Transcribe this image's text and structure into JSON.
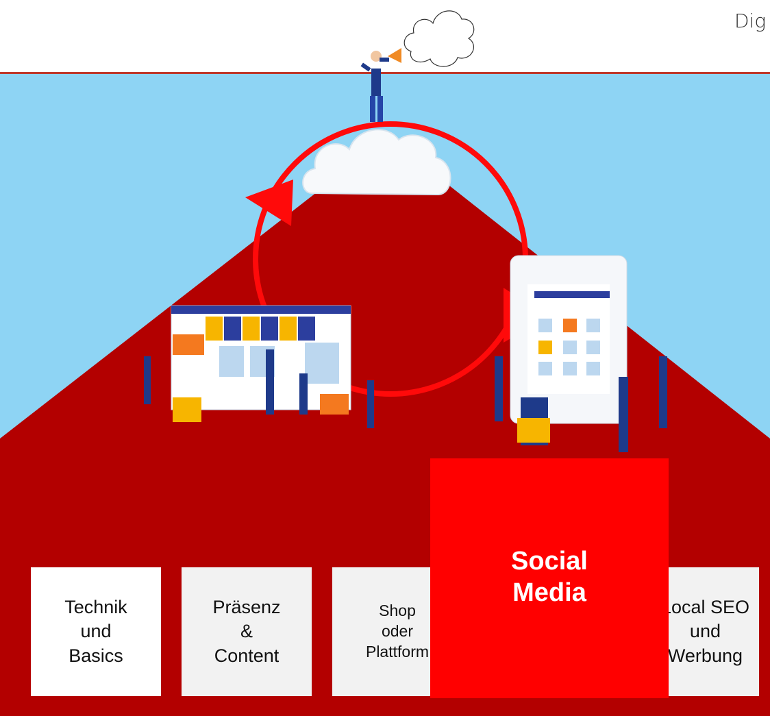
{
  "header": {
    "title": "Dig"
  },
  "boxes": {
    "technik": "Technik\nund\nBasics",
    "praesenz": "Präsenz\n&\nContent",
    "shop": "Shop\noder\nPlattform",
    "seo": "Local SEO\nund\nWerbung",
    "social": "Social\nMedia"
  },
  "colors": {
    "sky": "#8ed4f4",
    "house": "#b30000",
    "accent": "#ff0000",
    "header_line": "#c0392b",
    "figure": "#1e3a8a"
  },
  "icons": [
    "megaphone-person-icon",
    "thought-cloud-icon",
    "cloud-icon",
    "cycle-arrow-icon",
    "webshop-illustration-icon",
    "tablet-illustration-icon"
  ]
}
